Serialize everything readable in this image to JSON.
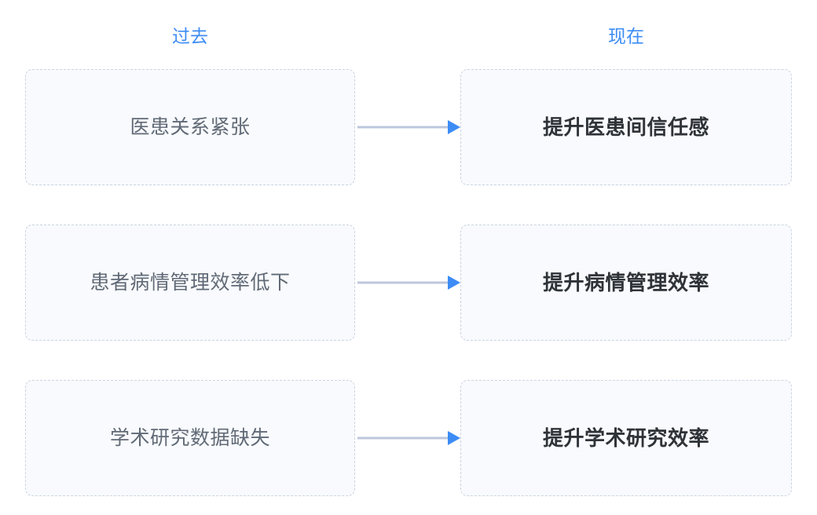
{
  "headers": {
    "past": "过去",
    "present": "现在"
  },
  "colors": {
    "header_blue": "#3d8cf5",
    "arrowhead_blue": "#3d8cf5",
    "arrow_line": "#bcc7dc",
    "box_border": "#ccd4e0",
    "box_fill": "#f8fafd",
    "left_text": "#616a76",
    "right_text": "#2f3337",
    "page_background": "#ffffff"
  },
  "rows": [
    {
      "past": "医患关系紧张",
      "present": "提升医患间信任感",
      "connector": "arrow-right-icon"
    },
    {
      "past": "患者病情管理效率低下",
      "present": "提升病情管理效率",
      "connector": "arrow-right-icon"
    },
    {
      "past": "学术研究数据缺失",
      "present": "提升学术研究效率",
      "connector": "arrow-right-icon"
    }
  ]
}
